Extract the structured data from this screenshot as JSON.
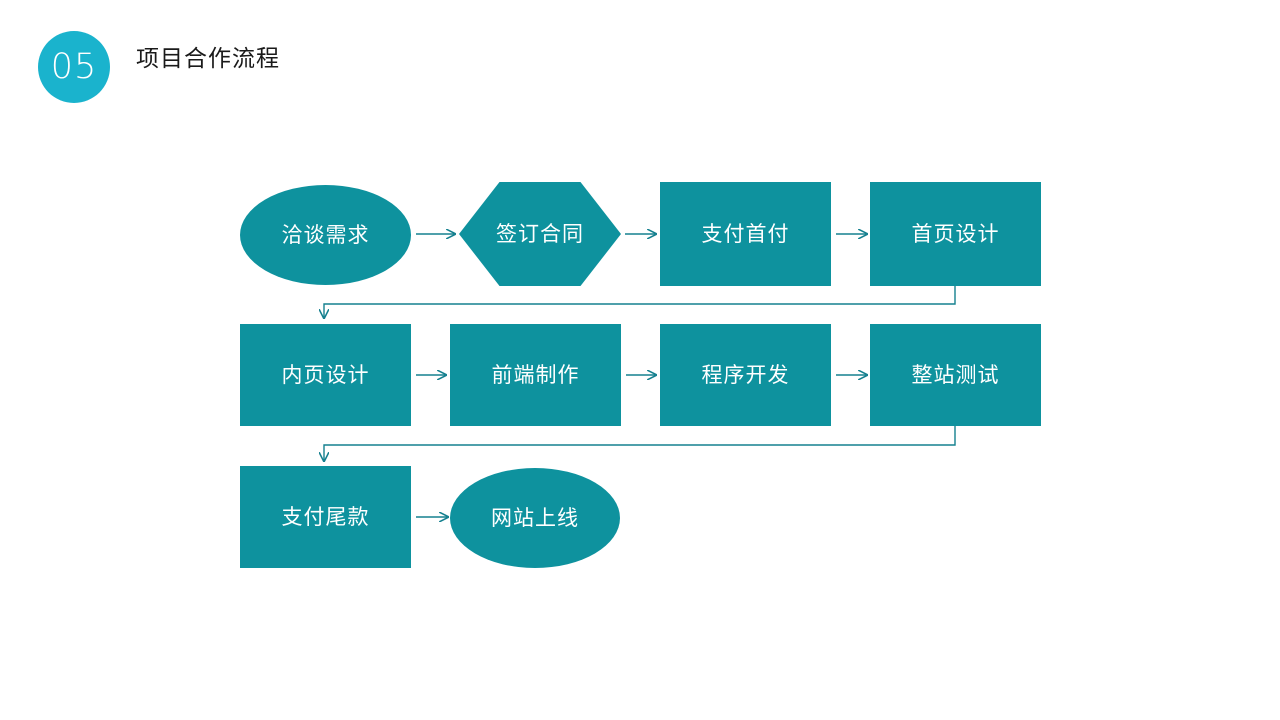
{
  "header": {
    "badge_number": "05",
    "title": "项目合作流程",
    "badge_color": "#1ab3cd",
    "title_color": "#1a1a1a"
  },
  "theme": {
    "node_fill": "#0e929e",
    "node_text": "#ffffff",
    "connector_color": "#15808f",
    "background": "#ffffff"
  },
  "flow": {
    "rows": [
      {
        "nodes": [
          {
            "id": "step-1",
            "label": "洽谈需求",
            "shape": "ellipse"
          },
          {
            "id": "step-2",
            "label": "签订合同",
            "shape": "hexagon"
          },
          {
            "id": "step-3",
            "label": "支付首付",
            "shape": "rect"
          },
          {
            "id": "step-4",
            "label": "首页设计",
            "shape": "rect"
          }
        ]
      },
      {
        "nodes": [
          {
            "id": "step-5",
            "label": "内页设计",
            "shape": "rect"
          },
          {
            "id": "step-6",
            "label": "前端制作",
            "shape": "rect"
          },
          {
            "id": "step-7",
            "label": "程序开发",
            "shape": "rect"
          },
          {
            "id": "step-8",
            "label": "整站测试",
            "shape": "rect"
          }
        ]
      },
      {
        "nodes": [
          {
            "id": "step-9",
            "label": "支付尾款",
            "shape": "rect"
          },
          {
            "id": "step-10",
            "label": "网站上线",
            "shape": "ellipse"
          }
        ]
      }
    ],
    "connectors": [
      {
        "id": "conn-1-2",
        "type": "straight-right",
        "from": "step-1",
        "to": "step-2"
      },
      {
        "id": "conn-2-3",
        "type": "straight-right",
        "from": "step-2",
        "to": "step-3"
      },
      {
        "id": "conn-3-4",
        "type": "straight-right",
        "from": "step-3",
        "to": "step-4"
      },
      {
        "id": "conn-4-5",
        "type": "elbow-wrap",
        "from": "step-4",
        "to": "step-5"
      },
      {
        "id": "conn-5-6",
        "type": "straight-right",
        "from": "step-5",
        "to": "step-6"
      },
      {
        "id": "conn-6-7",
        "type": "straight-right",
        "from": "step-6",
        "to": "step-7"
      },
      {
        "id": "conn-7-8",
        "type": "straight-right",
        "from": "step-7",
        "to": "step-8"
      },
      {
        "id": "conn-8-9",
        "type": "elbow-wrap",
        "from": "step-8",
        "to": "step-9"
      },
      {
        "id": "conn-9-10",
        "type": "straight-right",
        "from": "step-9",
        "to": "step-10"
      }
    ]
  }
}
